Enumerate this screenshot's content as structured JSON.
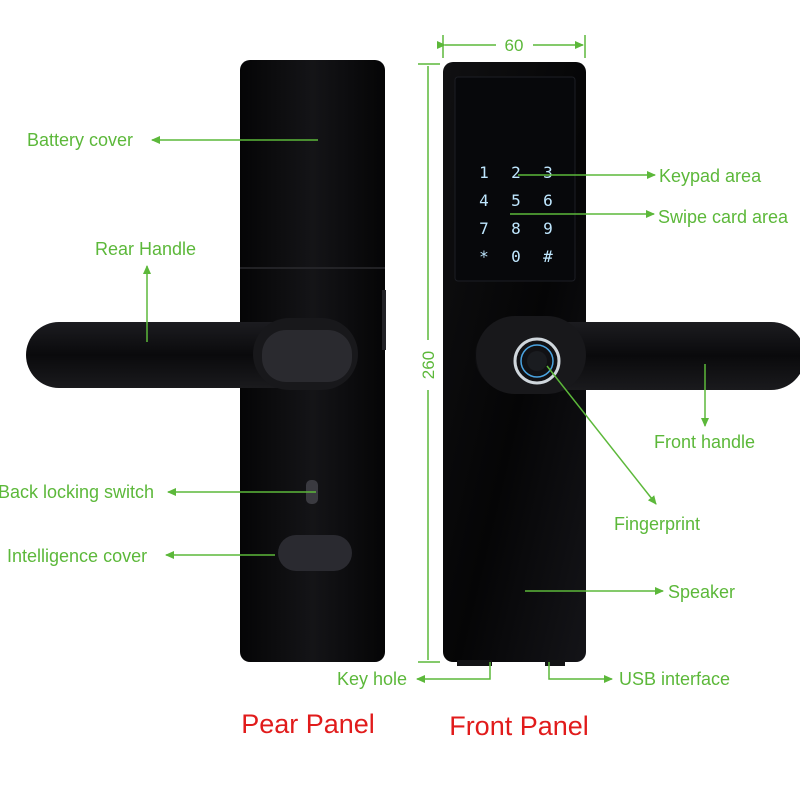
{
  "dimensions": {
    "width_label": "60",
    "height_label": "260"
  },
  "keypad": {
    "keys": [
      "1",
      "2",
      "3",
      "4",
      "5",
      "6",
      "7",
      "8",
      "9",
      "*",
      "0",
      "#"
    ]
  },
  "labels": {
    "battery_cover": "Battery cover",
    "rear_handle": "Rear Handle",
    "back_locking_switch": "Back locking switch",
    "intelligence_cover": "Intelligence cover",
    "keypad_area": "Keypad area",
    "swipe_card_area": "Swipe card area",
    "front_handle": "Front handle",
    "fingerprint": "Fingerprint",
    "speaker": "Speaker",
    "key_hole": "Key hole",
    "usb_interface": "USB interface"
  },
  "titles": {
    "rear_panel": "Pear Panel",
    "front_panel": "Front Panel"
  },
  "colors": {
    "label_green": "#5cb83a",
    "title_red": "#e11b1b",
    "lock_body": "#0b0b0d"
  }
}
